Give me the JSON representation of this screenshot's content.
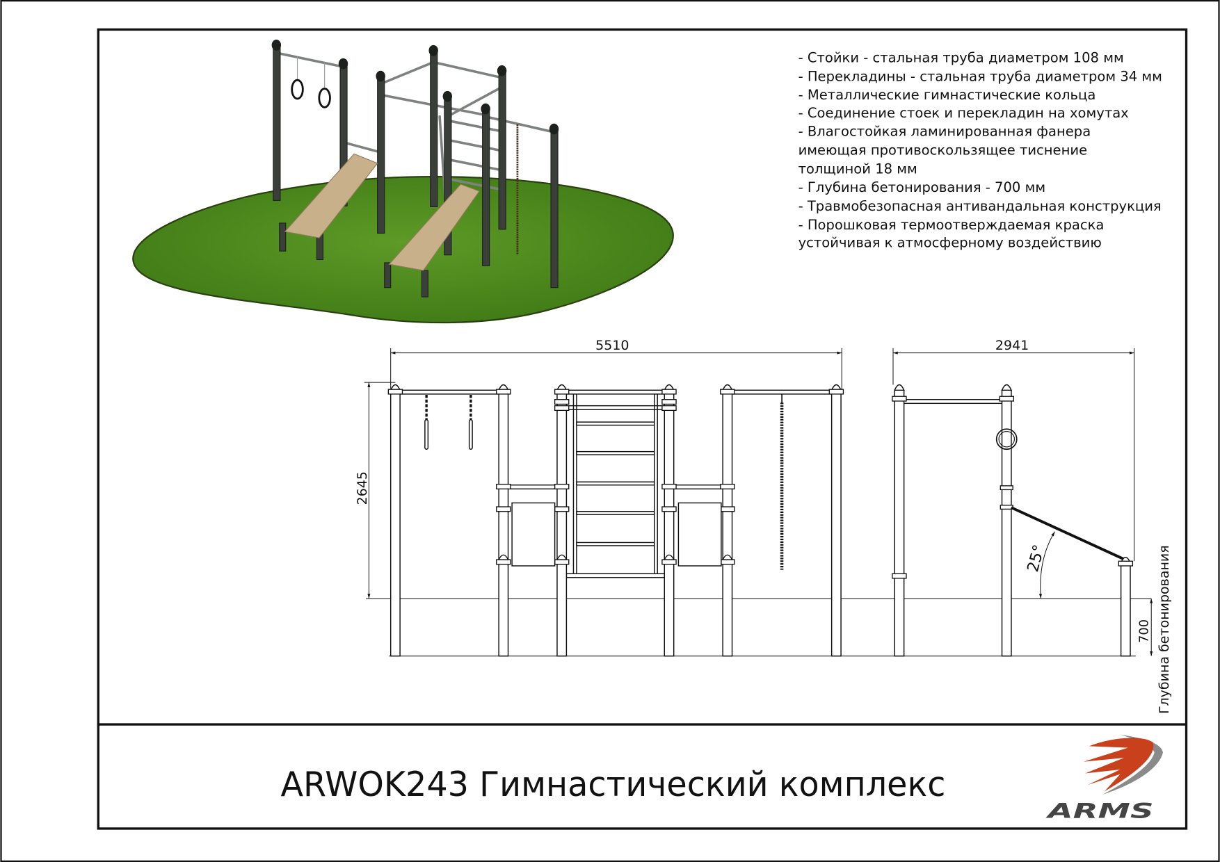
{
  "title": "ARWOK243 Гимнастический комплекс",
  "specs": [
    "- Стойки - стальная труба диаметром 108 мм",
    "- Перекладины - стальная труба диаметром 34 мм",
    "- Металлические гимнастические кольца",
    "- Соединение стоек и перекладин на хомутах",
    "- Влагостойкая ламинированная фанера",
    "имеющая противоскользящее тиснение",
    "толщиной 18 мм",
    "- Глубина бетонирования - 700 мм",
    "- Травмобезопасная антивандальная конструкция",
    "- Порошковая термоотверждаемая краска",
    "устойчивая к атмосферному воздействию"
  ],
  "front_view": {
    "width_label": "5510",
    "height_label": "2645"
  },
  "side_view": {
    "width_label": "2941",
    "angle_label": "25°",
    "depth_label": "700",
    "depth_caption": "Глубина бетонирования"
  },
  "logo": {
    "text": "ARMS",
    "red": "#c8401c",
    "gray": "#8a8a8a",
    "text_color": "#444444"
  },
  "colors": {
    "grass": "#4f8a1e",
    "board": "#c8b08a",
    "metal": "#3a3f3a"
  }
}
